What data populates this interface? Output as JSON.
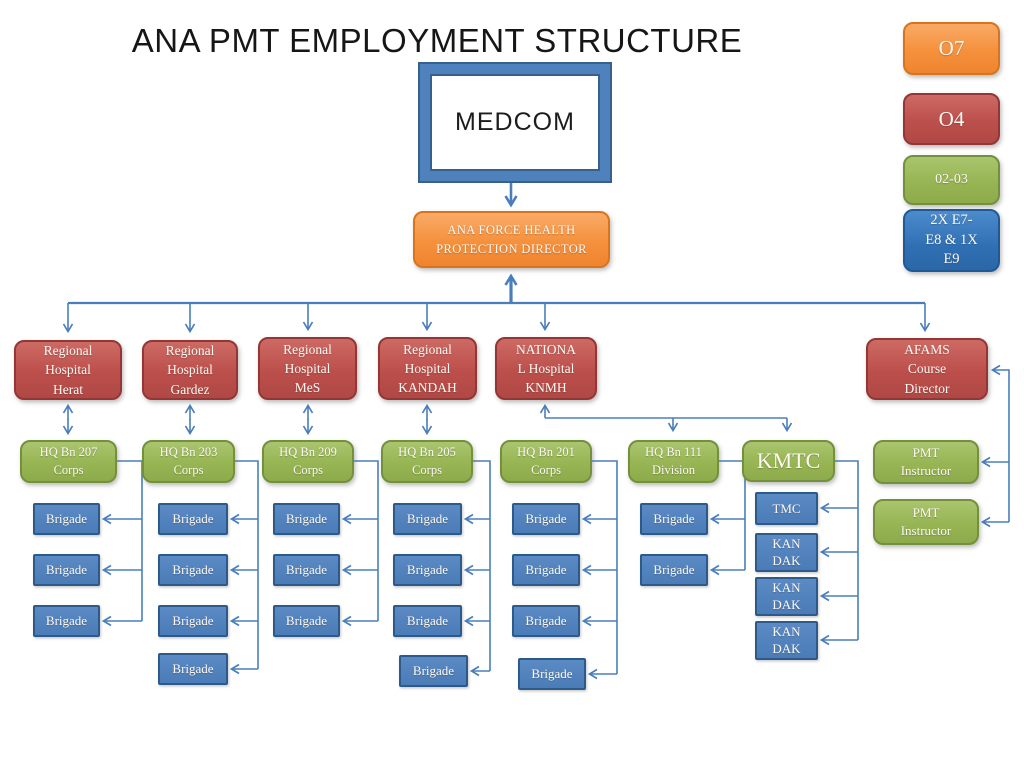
{
  "title": "ANA PMT EMPLOYMENT STRUCTURE",
  "medcom": "MEDCOM",
  "director": "ANA FORCE HEALTH\nPROTECTION DIRECTOR",
  "legend": {
    "o7": "O7",
    "o4": "O4",
    "o2_o3": "02-03",
    "enlisted": "2X E7-\nE8 & 1X\nE9"
  },
  "hospitals": {
    "herat": "Regional\nHospital\nHerat",
    "gardez": "Regional\nHospital\nGardez",
    "mes": "Regional\nHospital\nMeS",
    "kandahar": "Regional\nHospital\nKANDAH",
    "knmh": "NATIONA\nL Hospital\nKNMH",
    "afams": "AFAMS\nCourse\nDirector"
  },
  "columns": [
    {
      "hq": "HQ Bn 207\nCorps",
      "units": [
        "Brigade",
        "Brigade",
        "Brigade"
      ]
    },
    {
      "hq": "HQ Bn 203\nCorps",
      "units": [
        "Brigade",
        "Brigade",
        "Brigade",
        "Brigade"
      ]
    },
    {
      "hq": "HQ Bn 209\nCorps",
      "units": [
        "Brigade",
        "Brigade",
        "Brigade"
      ]
    },
    {
      "hq": "HQ Bn 205\nCorps",
      "units": [
        "Brigade",
        "Brigade",
        "Brigade",
        "Brigade"
      ]
    },
    {
      "hq": "HQ Bn 201\nCorps",
      "units": [
        "Brigade",
        "Brigade",
        "Brigade",
        "Brigade"
      ]
    },
    {
      "hq": "HQ Bn 111\nDivision",
      "units": [
        "Brigade",
        "Brigade"
      ]
    },
    {
      "hq": "KMTC",
      "units": [
        "TMC",
        "KAN\nDAK",
        "KAN\nDAK",
        "KAN\nDAK"
      ]
    }
  ],
  "instructors": [
    "PMT\nInstructor",
    "PMT\nInstructor"
  ]
}
